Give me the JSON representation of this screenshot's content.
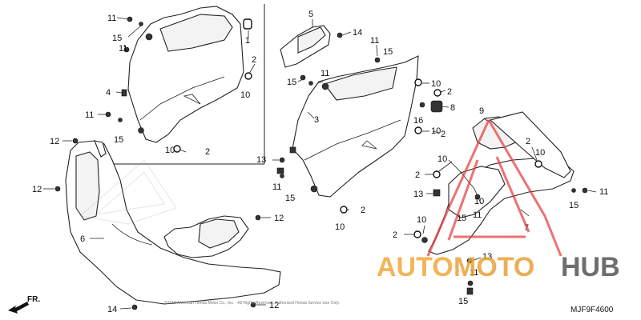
{
  "diagram": {
    "code": "MJF9F4600",
    "direction": "FR.",
    "copyright": "©2019 American Honda Motor Co., Inc. - All Rights Reserved. Authorized Honda Service Use Only."
  },
  "callouts": {
    "c1": "1",
    "c2a": "2",
    "c2b": "2",
    "c2c": "2",
    "c2d": "2",
    "c2e": "2",
    "c2f": "2",
    "c2g": "2",
    "c2h": "2",
    "c3": "3",
    "c4": "4",
    "c5": "5",
    "c6": "6",
    "c7": "7",
    "c8": "8",
    "c9": "9",
    "c10a": "10",
    "c10b": "10",
    "c10c": "10",
    "c10d": "10",
    "c10e": "10",
    "c10f": "10",
    "c10g": "10",
    "c10h": "10",
    "c11a": "11",
    "c11b": "11",
    "c11c": "11",
    "c11d": "11",
    "c11e": "11",
    "c11f": "11",
    "c11g": "11",
    "c11h": "11",
    "c12a": "12",
    "c12b": "12",
    "c12c": "12",
    "c12d": "12",
    "c13a": "13",
    "c13b": "13",
    "c13c": "13",
    "c14a": "14",
    "c14b": "14",
    "c15a": "15",
    "c15b": "15",
    "c15c": "15",
    "c15d": "15",
    "c15e": "15",
    "c15f": "15",
    "c15g": "15",
    "c16": "16"
  },
  "watermark": {
    "part1": "AUTO",
    "part2": "MOTO",
    "part3": "HUB",
    "color": "#e63c3c"
  }
}
